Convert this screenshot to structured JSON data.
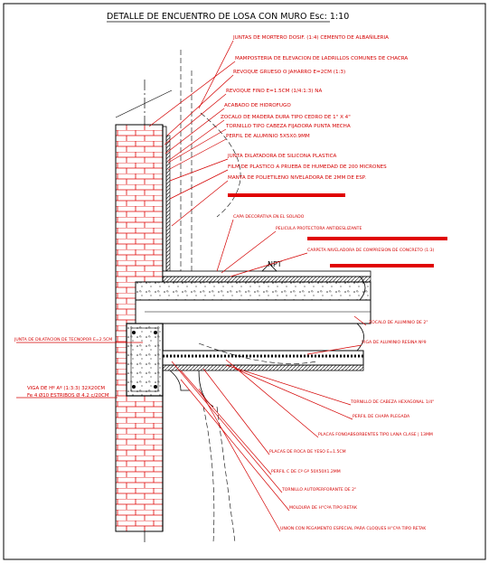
{
  "drawing": {
    "title": "DETALLE DE ENCUENTRO DE LOSA CON MURO Esc: 1:10",
    "level_mark": "NPT"
  },
  "labels": {
    "juntas": "JUNTAS DE MORTERO DOSIF. (1:4) CEMENTO DE ALBAÑILERIA",
    "mamposteria": "MAMPOSTERIA DE ELEVACION DE LADRILLOS COMUNES DE CHACRA",
    "revoque_grueso": "REVOQUE GRUESO O JAHARRO E=2CM (1:3)",
    "revoque_fino": "REVOQUE FINO E=1.5CM (1/4:1:3) NA",
    "acabado": "ACABADO DE HIDROFUGO",
    "zocalo": "ZOCALO DE MADERA DURA TIPO CEDRO DE 1\" X 4\"",
    "tornillo_mecha": "TORNILLO TIPO CABEZA FIJADORA PUNTA MECHA",
    "perfil_aluminio": "PERFIL DE ALUMINIO 5X5X0.9MM",
    "junta_silicona": "JUNTA DILATADORA DE SILICONA PLASTICA",
    "film": "FILM DE PLASTICO A PRUEBA DE HUMEDAD DE 200 MICRONES",
    "manta": "MANTA DE POLIETILENO NIVELADORA DE 2MM DE ESP.",
    "capa_decorativa": "CAPA DECORATIVA EN EL SOLADO",
    "pelicula": "PELICULA PROTECTORA ANTIDESLIZANTE",
    "carpeta": "CARPETA NIVELADORA DE COMPRESION DE CONCRETO (1:3)",
    "zocalo_aluminio": "ZOCALO DE ALUMINIO DE 2\"",
    "junta_dilatacion": "JUNTA DE DILATACION DE TECNOPOR E=2.5CM",
    "viga_1": "VIGA DE Hº Aº (1:3:3) 32X20CM",
    "viga_2": "Fe 4 Ø10 ESTRIBOS Ø 4.2 c/20CM",
    "viga_aluminio": "VIGA DE ALUMINIO RESINA Nº9",
    "tornillo_hex": "TORNILLO DE CABEZA HEXAGONAL 1/4\"",
    "perfil_chapa": "PERFIL DE CHAPA PLEGADA",
    "placas_fono": "PLACAS FONOABSORBENTES TIPO LANA CLASE | 13MM",
    "placas_roca": "PLACAS DE ROCA DE YESO E=1.5CM",
    "perfil_c": "PERFIL C DE Cº Gº 50X50X1.2MM",
    "tornillo_auto": "TORNILLO AUTOPERFORANTE DE 2\"",
    "moldura": "MOLDURA DE H°CºA TIPO RETAK",
    "union": "UNION CON PEGAMENTO ESPECIAL PARA CLOQUES H°CºA TIPO RETAK"
  },
  "colors": {
    "masonry": "#e00000",
    "leaders": "#d40000",
    "structure": "#000000",
    "dimension": "#000000"
  }
}
